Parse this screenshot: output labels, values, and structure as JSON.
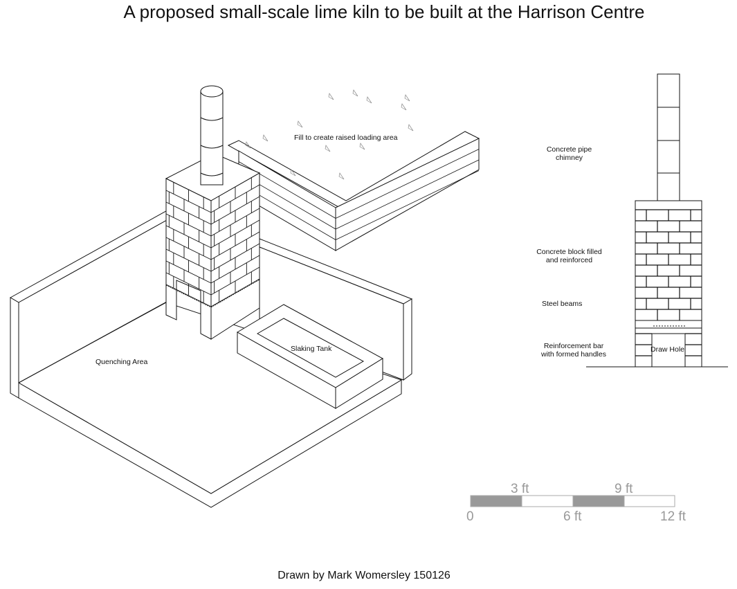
{
  "title": "A proposed small-scale lime kiln to be built at the Harrison Centre",
  "iso_labels": {
    "fill": "Fill to create raised loading area",
    "quench": "Quenching Area",
    "slaking": "Slaking Tank"
  },
  "elevation_labels": {
    "chimney": [
      "Concrete pipe",
      "chimney"
    ],
    "block": [
      "Concrete block filled",
      "and reinforced"
    ],
    "steel": "Steel beams",
    "rebar": [
      "Reinforcement bar",
      "with formed handles"
    ],
    "draw_hole": "Draw Hole"
  },
  "scale_bar": {
    "top_ticks": [
      "3 ft",
      "9 ft"
    ],
    "bottom_ticks": [
      "0",
      "6 ft",
      "12 ft"
    ],
    "fill_color": "#999999"
  },
  "credit": "Drawn by Mark Womersley 150126"
}
